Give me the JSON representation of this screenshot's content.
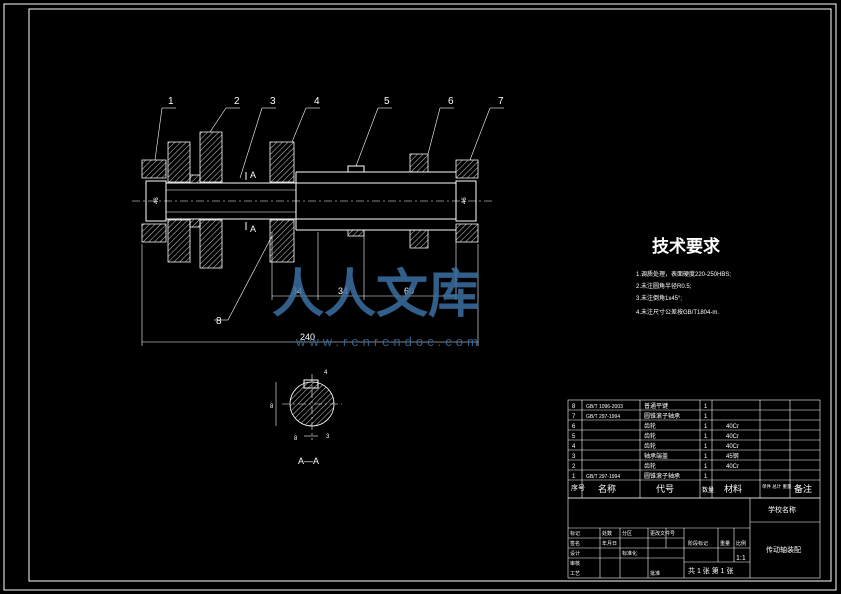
{
  "drawing": {
    "part_labels": [
      "1",
      "2",
      "3",
      "4",
      "5",
      "6",
      "7",
      "8"
    ],
    "dimensions": {
      "d1": "34",
      "d2": "34",
      "d3": "60",
      "total": "240",
      "left_inner": "46",
      "right_inner": "46"
    },
    "section_marks": {
      "top": "A",
      "bottom": "A"
    },
    "section_title": "A—A",
    "section_dims": {
      "dia": "8",
      "key_w": "8",
      "key_h": "4",
      "right": "3"
    }
  },
  "tech_req": {
    "title": "技术要求",
    "items": [
      "1.调质处理，表面硬度220-250HBS;",
      "2.未注圆角半径R0.5;",
      "3.未注倒角1x45°;",
      "4.未注尺寸公差按GB/T1804-m."
    ]
  },
  "parts_table": {
    "rows": [
      {
        "no": "8",
        "code": "GB/T 1096-2003",
        "name": "普通平键",
        "qty": "1",
        "material": "",
        "note": ""
      },
      {
        "no": "7",
        "code": "GB/T 297-1994",
        "name": "圆锥滚子轴承",
        "qty": "1",
        "material": "",
        "note": ""
      },
      {
        "no": "6",
        "code": "",
        "name": "齿轮",
        "qty": "1",
        "material": "40Cr",
        "note": ""
      },
      {
        "no": "5",
        "code": "",
        "name": "齿轮",
        "qty": "1",
        "material": "40Cr",
        "note": ""
      },
      {
        "no": "4",
        "code": "",
        "name": "齿轮",
        "qty": "1",
        "material": "40Cr",
        "note": ""
      },
      {
        "no": "3",
        "code": "",
        "name": "轴承端盖",
        "qty": "1",
        "material": "45钢",
        "note": ""
      },
      {
        "no": "2",
        "code": "",
        "name": "齿轮",
        "qty": "1",
        "material": "40Cr",
        "note": ""
      },
      {
        "no": "1",
        "code": "GB/T 297-1994",
        "name": "圆锥滚子轴承",
        "qty": "1",
        "material": "",
        "note": ""
      }
    ],
    "header": {
      "no": "序号",
      "name": "名称",
      "code": "代号",
      "qty": "数量",
      "material": "材料",
      "weight": "单件 总计 重量",
      "note": "备注"
    }
  },
  "title_block": {
    "school": "学校名称",
    "drawing_name": "传动轴装配",
    "scale": "1:1",
    "sheet": "共 1 张 第 1 张",
    "labels": [
      "标记",
      "处数",
      "分区",
      "更改文件号",
      "签名",
      "年月日",
      "设计",
      "标准化",
      "审核",
      "工艺",
      "批准",
      "阶段标记",
      "重量",
      "比例"
    ]
  },
  "watermark": {
    "main": "人人文库",
    "url": "www.renrendoc.com"
  }
}
